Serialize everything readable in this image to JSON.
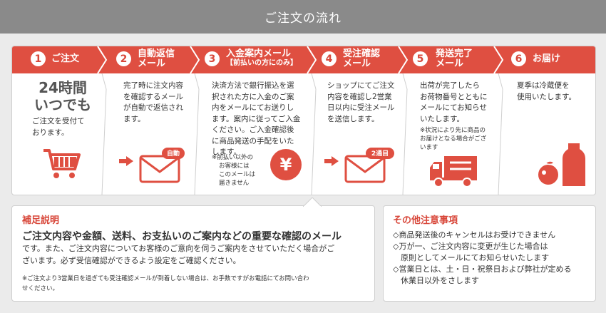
{
  "header": {
    "title": "ご注文の流れ"
  },
  "steps": [
    {
      "num": "1",
      "title": "ご注文",
      "big": [
        "24時間",
        "いつでも"
      ],
      "text": [
        "ご注文を受付て",
        "おります。"
      ]
    },
    {
      "num": "2",
      "title": "自動返信",
      "title2": "メール",
      "text": [
        "完了時に注文内容",
        "を確認するメール",
        "が自動で返信され",
        "ます。"
      ],
      "badge": "自動"
    },
    {
      "num": "3",
      "title": "入金案内メール",
      "sub": "【前払いの方にのみ】",
      "text": [
        "決済方法で銀行振込を選",
        "択された方に入金のご案",
        "内をメールにてお送りし",
        "ます。案内に従ってご入金",
        "ください。ご入金確認後",
        "に商品発送の手配をいた",
        "します。"
      ],
      "note": [
        "※前払い以外の",
        "お客様には",
        "このメールは",
        "届きません"
      ],
      "yen": "¥"
    },
    {
      "num": "4",
      "title": "受注確認",
      "title2": "メール",
      "text": [
        "ショップにてご注文",
        "内容を確認し2営業",
        "日以内に受注メール",
        "を送信します。"
      ],
      "badge": "2通目"
    },
    {
      "num": "5",
      "title": "発送完了",
      "title2": "メール",
      "text": [
        "出荷が完了したら",
        "お荷物番号とともに",
        "メールにてお知らせ",
        "いたします。"
      ],
      "note": [
        "※状況により先に商品の",
        "お届けとなる場合がござ",
        "います"
      ]
    },
    {
      "num": "6",
      "title": "お届け",
      "text": [
        "夏季は冷蔵便を",
        "使用いたします。"
      ]
    }
  ],
  "supplement": {
    "title": "補足説明",
    "lead": "ご注文内容や金額、送料、お支払いのご案内などの重要な確認のメール",
    "text": [
      "です。また、ご注文内容についてお客様のご意向を伺うご案内をさせていただく場合がご",
      "ざいます。必ず受信確認ができるよう設定をご確認ください。"
    ],
    "small": [
      "※ご注文より3営業日を過ぎても受注確認メールが到着しない場合は、お手数ですがお電話にてお問い合わ",
      "せください。"
    ]
  },
  "caution": {
    "title": "その他注意事項",
    "items": [
      "◇商品発送後のキャンセルはお受けできません",
      "◇万が一、ご注文内容に変更が生じた場合は",
      "　原則としてメールにてお知らせいたします",
      "◇営業日とは、土・日・祝祭日および弊社が定める",
      "　休業日以外をさします"
    ]
  },
  "colors": {
    "accent": "#df4f41",
    "header": "#8a8a8a",
    "bg": "#ebebeb"
  },
  "icons": [
    "cart-icon",
    "mail-icon",
    "yen-icon",
    "truck-icon",
    "produce-icon",
    "arrow-icon"
  ]
}
